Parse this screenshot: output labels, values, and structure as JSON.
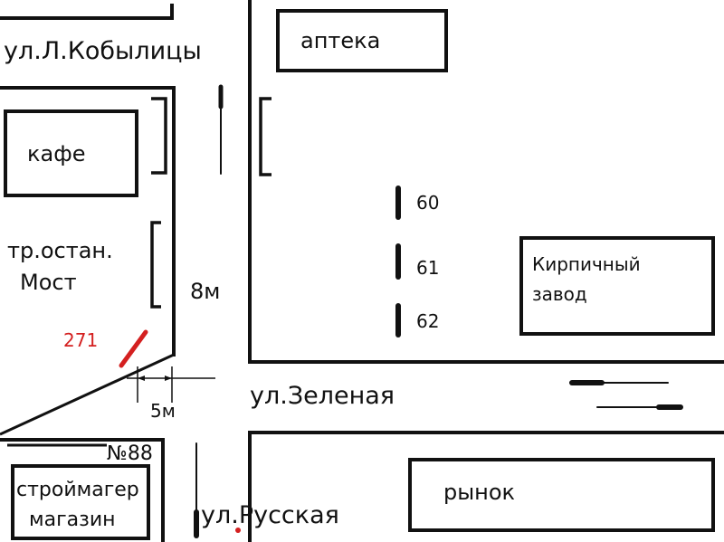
{
  "streets": {
    "kobylitsy": "ул.Л.Кобылицы",
    "zelenaya": "ул.Зеленая",
    "russkaya": "ул.Русская"
  },
  "buildings": {
    "apteka": "аптека",
    "kafe": "кафе",
    "zavod_line1": "Кирпичный",
    "zavod_line2": "завод",
    "rynok": "рынок",
    "magazin_line1": "строймагер",
    "magazin_line2": "магазин",
    "house_number": "№88"
  },
  "tram_stop": {
    "line1": "тр.остан.",
    "line2": "Мост"
  },
  "dimensions": {
    "eight_m": "8м",
    "five_m": "5м"
  },
  "markers": {
    "m60": "60",
    "m61": "61",
    "m62": "62",
    "accident": "271"
  },
  "colors": {
    "ink": "#111111",
    "accent": "#d42020"
  }
}
